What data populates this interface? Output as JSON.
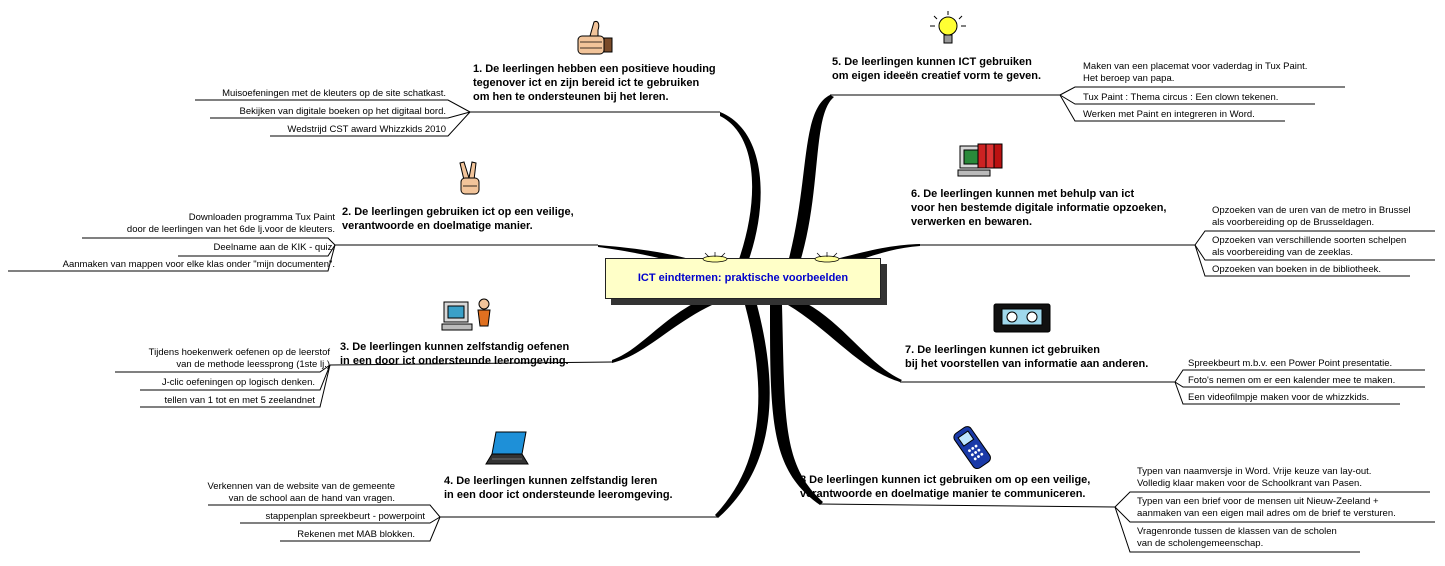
{
  "central": {
    "title": "ICT eindtermen: praktische voorbeelden"
  },
  "colors": {
    "central_fill": "#ffffc8",
    "central_text": "#0000cc",
    "branch": "#000000"
  },
  "topics": [
    {
      "id": "t1",
      "icon": "thumbs-up-icon",
      "text": "1. De leerlingen hebben een positieve houding\ntegenover ict en zijn bereid ict te gebruiken\nom hen te ondersteunen bij het leren.",
      "examples": [
        "Muisoefeningen met de kleuters op de site schatkast.",
        "Bekijken van digitale boeken op het digitaal  bord.",
        "Wedstrijd CST award Whizzkids 2010"
      ]
    },
    {
      "id": "t2",
      "icon": "peace-hand-icon",
      "text": "2. De leerlingen gebruiken ict op een veilige,\nverantwoorde en doelmatige manier.",
      "examples": [
        "Downloaden programma  Tux Paint\ndoor de leerlingen van het 6de lj.voor de kleuters.",
        "Deelname aan de KIK - quiz.",
        "Aanmaken van mappen voor elke klas onder \"mijn documenten\"."
      ]
    },
    {
      "id": "t3",
      "icon": "computer-user-icon",
      "text": "3. De leerlingen kunnen zelfstandig oefenen\nin een door ict ondersteunde leeromgeving.",
      "examples": [
        "Tijdens hoekenwerk oefenen op de leerstof\nvan de methode leessprong (1ste lj.)",
        "J-clic oefeningen op logisch denken.",
        "tellen van 1 tot en met 5 zeelandnet"
      ]
    },
    {
      "id": "t4",
      "icon": "laptop-icon",
      "text": "4. De leerlingen kunnen zelfstandig leren\nin een door ict ondersteunde leeromgeving.",
      "examples": [
        "Verkennen van de website van de gemeente\nvan de school aan de hand van vragen.",
        "stappenplan spreekbeurt -  powerpoint",
        "Rekenen met MAB blokken."
      ]
    },
    {
      "id": "t5",
      "icon": "lightbulb-icon",
      "text": "5. De leerlingen kunnen ICT gebruiken\nom eigen ideeën creatief vorm te geven.",
      "examples": [
        "Maken van een placemat voor vaderdag in Tux Paint.\nHet beroep van papa.",
        "Tux Paint : Thema circus : Een clown tekenen.",
        "Werken met Paint en integreren in Word."
      ]
    },
    {
      "id": "t6",
      "icon": "computer-books-icon",
      "text": "6. De leerlingen kunnen met behulp van ict\nvoor hen bestemde digitale informatie opzoeken,\nverwerken en bewaren.",
      "examples": [
        "Opzoeken van de uren van de metro in Brussel\nals voorbereiding op de Brusseldagen.",
        "Opzoeken van verschillende soorten schelpen\nals voorbereiding van de zeeklas.",
        "Opzoeken van boeken in de bibliotheek."
      ]
    },
    {
      "id": "t7",
      "icon": "video-cassette-icon",
      "text": "7. De leerlingen kunnen ict gebruiken\nbij het voorstellen van informatie aan anderen.",
      "examples": [
        "Spreekbeurt m.b.v. een Power Point presentatie.",
        "Foto's nemen om er een kalender mee te maken.",
        "Een videofilmpje maken voor de whizzkids."
      ]
    },
    {
      "id": "t8",
      "icon": "mobile-phone-icon",
      "text": "8 De leerlingen kunnen ict gebruiken om op een veilige,\nverantwoorde en doelmatige manier te communiceren.",
      "examples": [
        "Typen van naamversje in Word.  Vrije keuze van lay-out.\nVolledig klaar maken voor de Schoolkrant van Pasen.",
        "Typen van een brief voor de mensen uit Nieuw-Zeeland +\naanmaken van een eigen mail adres om de brief te versturen.",
        "Vragenronde tussen de klassen van de scholen\nvan de scholengemeenschap."
      ]
    }
  ]
}
